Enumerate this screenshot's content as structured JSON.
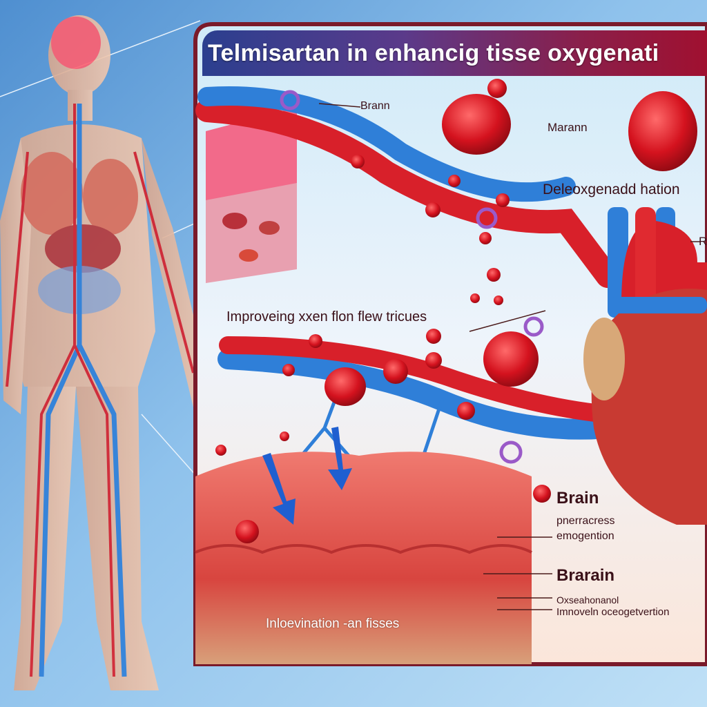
{
  "title": "Telmisartan in enhancig tisse oxygenati",
  "labels": {
    "brann": "Brann",
    "marann": "Marann",
    "deoxygenation": "Deleoxgenadd hation",
    "ra_partial": "R",
    "improving": "Improveing xxen flon flew tricues",
    "tissue_bottom": "Inloevination -an fisses",
    "brain_1": "Brain",
    "brain_1_sub1": "pnerracress",
    "brain_1_sub2": "emogention",
    "brain_2": "Brarain",
    "brain_2_sub1": "Oxseahonanol",
    "brain_2_sub2": "Imnoveln oceogetvertion"
  },
  "colors": {
    "artery": "#d8202a",
    "vein": "#2f7fd8",
    "title_start": "#2b3f8f",
    "title_end": "#a01030",
    "panel_border": "#7a1a2a"
  }
}
